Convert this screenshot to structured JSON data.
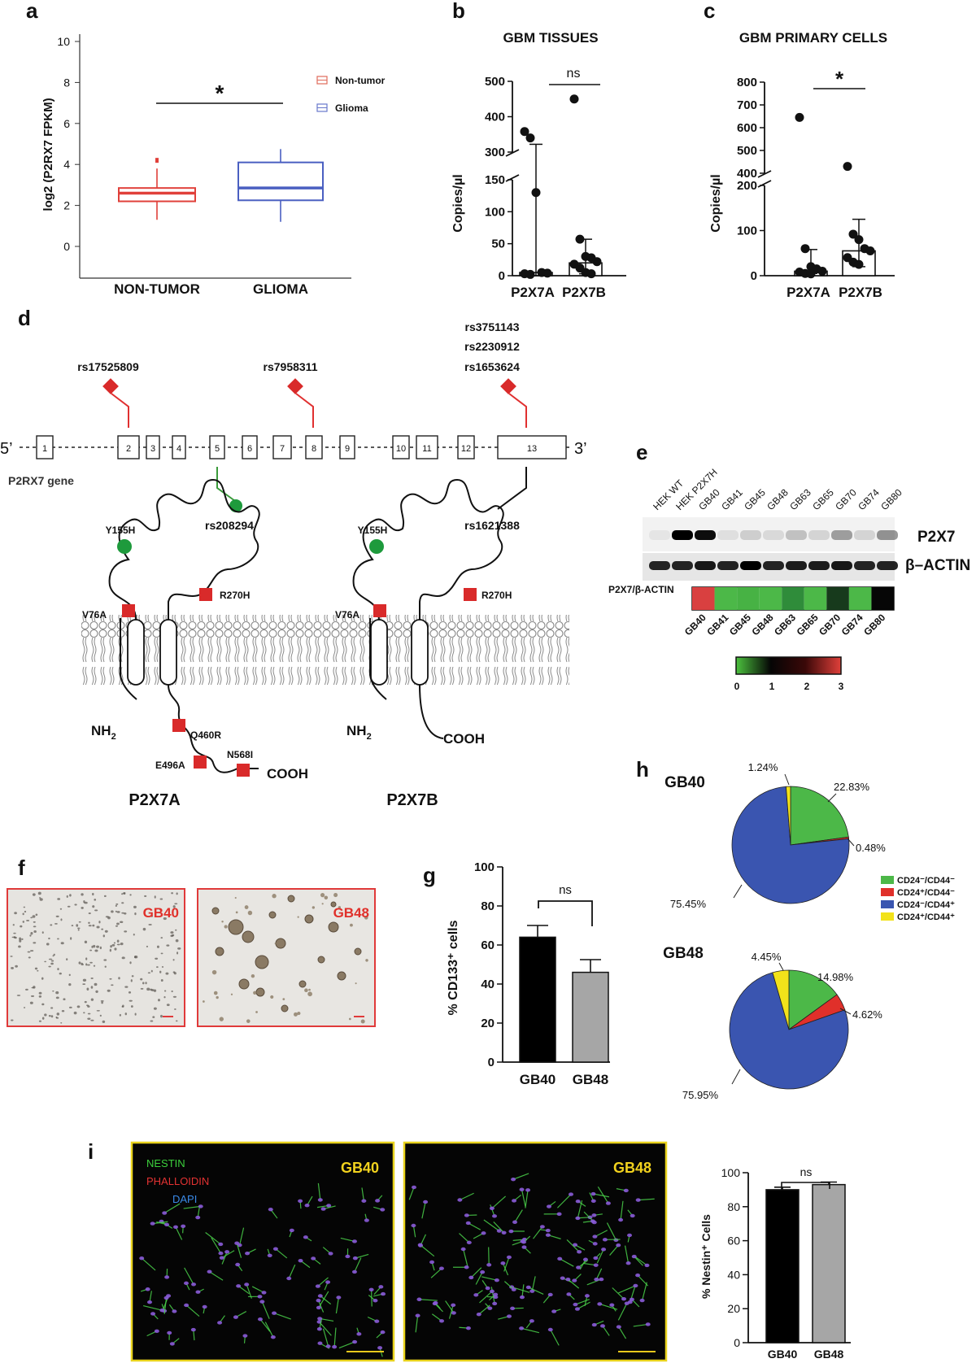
{
  "panels": {
    "a": "a",
    "b": "b",
    "c": "c",
    "d": "d",
    "e": "e",
    "f": "f",
    "g": "g",
    "h": "h",
    "i": "i"
  },
  "panel_a": {
    "ylabel": "log2 (P2RX7 FPKM)",
    "yticks": [
      "0",
      "2",
      "4",
      "6",
      "8",
      "10"
    ],
    "categories": [
      "NON-TUMOR",
      "GLIOMA"
    ],
    "legend": [
      "Non-tumor",
      "Glioma"
    ],
    "sig": "*",
    "colors": {
      "nontumor": "#e0403a",
      "glioma": "#4a5fc1"
    }
  },
  "panel_b": {
    "title": "GBM TISSUES",
    "ylabel": "Copies/µl",
    "yticks_low": [
      "0",
      "50",
      "100",
      "150"
    ],
    "yticks_high": [
      "300",
      "400",
      "500"
    ],
    "categories": [
      "P2X7A",
      "P2X7B"
    ],
    "sig": "ns"
  },
  "panel_c": {
    "title": "GBM PRIMARY CELLS",
    "ylabel": "Copies/µl",
    "yticks_low": [
      "0",
      "100",
      "200"
    ],
    "yticks_high": [
      "400",
      "500",
      "600",
      "700",
      "800"
    ],
    "categories": [
      "P2X7A",
      "P2X7B"
    ],
    "sig": "*"
  },
  "panel_d": {
    "snps_top": [
      "rs17525809",
      "rs7958311",
      "rs3751143",
      "rs2230912",
      "rs1653624"
    ],
    "snps_bottom": [
      "rs208294",
      "rs1621388"
    ],
    "exons": [
      "1",
      "2",
      "3",
      "4",
      "5",
      "6",
      "7",
      "8",
      "9",
      "10",
      "11",
      "12",
      "13"
    ],
    "five_prime": "5’",
    "three_prime": "3’",
    "gene_label": "P2RX7 gene",
    "mutations_a": [
      "Y155H",
      "R270H",
      "V76A",
      "Q460R",
      "E496A",
      "N568I"
    ],
    "mutations_b": [
      "Y155H",
      "R270H",
      "V76A"
    ],
    "nh2": "NH",
    "nh2_sub": "2",
    "cooh": "COOH",
    "protein_a": "P2X7A",
    "protein_b": "P2X7B"
  },
  "panel_e": {
    "lanes": [
      "HEK WT",
      "HEK P2X7H",
      "GB40",
      "GB41",
      "GB45",
      "GB48",
      "GB63",
      "GB65",
      "GB70",
      "GB74",
      "GB80"
    ],
    "band1": "P2X7",
    "band2": "β–ACTIN",
    "heatmap_label": "P2X7/β-ACTIN",
    "heatmap_samples": [
      "GB40",
      "GB41",
      "GB45",
      "GB48",
      "GB63",
      "GB65",
      "GB70",
      "GB74",
      "GB80"
    ],
    "heatmap_colors": [
      "#d94040",
      "#4cb848",
      "#47b244",
      "#4cb848",
      "#2f8c3a",
      "#4cb848",
      "#173a1c",
      "#4cb848",
      "#060606"
    ],
    "scale_ticks": [
      "0",
      "1",
      "2",
      "3"
    ]
  },
  "panel_f": {
    "img1_label": "GB40",
    "img2_label": "GB48"
  },
  "panel_g": {
    "ylabel": "% CD133⁺ cells",
    "yticks": [
      "0",
      "20",
      "40",
      "60",
      "80",
      "100"
    ],
    "sig": "ns"
  },
  "panel_h": {
    "pie1_title": "GB40",
    "pie2_title": "GB48",
    "legend": [
      "CD24⁻/CD44⁻",
      "CD24⁺/CD44⁻",
      "CD24⁻/CD44⁺",
      "CD24⁺/CD44⁺"
    ],
    "legend_colors": [
      "#4cb848",
      "#e0302a",
      "#3a55b0",
      "#f2e21a"
    ],
    "pie1_labels": [
      "22.83%",
      "0.48%",
      "75.45%",
      "1.24%"
    ],
    "pie2_labels": [
      "14.98%",
      "4.62%",
      "75.95%",
      "4.45%"
    ]
  },
  "panel_i": {
    "stain1": "NESTIN",
    "stain2": "PHALLOIDIN",
    "stain3": "DAPI",
    "img1_label": "GB40",
    "img2_label": "GB48",
    "ylabel": "% Nestin⁺ Cells",
    "yticks": [
      "0",
      "20",
      "40",
      "60",
      "80",
      "100"
    ],
    "sig": "ns"
  },
  "chart_data": [
    {
      "type": "box",
      "panel": "a",
      "categories": [
        "NON-TUMOR",
        "GLIOMA"
      ],
      "series": [
        {
          "name": "Non-tumor",
          "min": 1.3,
          "q1": 2.2,
          "median": 2.6,
          "q3": 2.85,
          "max": 3.8,
          "outliers": [
            4.2
          ]
        },
        {
          "name": "Glioma",
          "min": 1.2,
          "q1": 2.25,
          "median": 2.85,
          "q3": 4.1,
          "max": 4.75
        }
      ],
      "ylabel": "log2 (P2RX7 FPKM)",
      "ylim": [
        0,
        10
      ]
    },
    {
      "type": "scatter",
      "panel": "b",
      "title": "GBM TISSUES",
      "categories": [
        "P2X7A",
        "P2X7B"
      ],
      "points": {
        "P2X7A": [
          358,
          340,
          130,
          5,
          4,
          3,
          2
        ],
        "P2X7B": [
          450,
          57,
          30,
          28,
          22,
          18,
          12,
          5,
          3
        ]
      },
      "median": [
        5,
        20
      ],
      "error": {
        "P2X7A": [
          0,
          322
        ],
        "P2X7B": [
          3,
          57
        ]
      },
      "ylabel": "Copies/µl",
      "ylim": [
        0,
        500
      ]
    },
    {
      "type": "scatter",
      "panel": "c",
      "title": "GBM PRIMARY CELLS",
      "categories": [
        "P2X7A",
        "P2X7B"
      ],
      "points": {
        "P2X7A": [
          645,
          60,
          20,
          15,
          10,
          8,
          5,
          4
        ],
        "P2X7B": [
          430,
          92,
          80,
          60,
          55,
          40,
          30,
          25
        ]
      },
      "median": [
        10,
        55
      ],
      "error": {
        "P2X7A": [
          5,
          58
        ],
        "P2X7B": [
          20,
          125
        ]
      },
      "ylabel": "Copies/µl",
      "ylim": [
        0,
        800
      ]
    },
    {
      "type": "bar",
      "panel": "g",
      "categories": [
        "GB40",
        "GB48"
      ],
      "values": [
        64,
        46
      ],
      "errors": [
        6,
        6.5
      ],
      "colors": [
        "#000000",
        "#a6a6a6"
      ],
      "ylabel": "% CD133⁺ cells",
      "ylim": [
        0,
        100
      ]
    },
    {
      "type": "pie",
      "panel": "h",
      "title": "GB40",
      "categories": [
        "CD24⁻/CD44⁻",
        "CD24⁺/CD44⁻",
        "CD24⁻/CD44⁺",
        "CD24⁺/CD44⁺"
      ],
      "values": [
        22.83,
        0.48,
        75.45,
        1.24
      ]
    },
    {
      "type": "pie",
      "panel": "h",
      "title": "GB48",
      "categories": [
        "CD24⁻/CD44⁻",
        "CD24⁺/CD44⁻",
        "CD24⁻/CD44⁺",
        "CD24⁺/CD44⁺"
      ],
      "values": [
        14.98,
        4.62,
        75.95,
        4.45
      ]
    },
    {
      "type": "bar",
      "panel": "i",
      "categories": [
        "GB40",
        "GB48"
      ],
      "values": [
        90,
        93
      ],
      "errors": [
        1.5,
        1.5
      ],
      "colors": [
        "#000000",
        "#a6a6a6"
      ],
      "ylabel": "% Nestin⁺ Cells",
      "ylim": [
        0,
        100
      ]
    }
  ]
}
